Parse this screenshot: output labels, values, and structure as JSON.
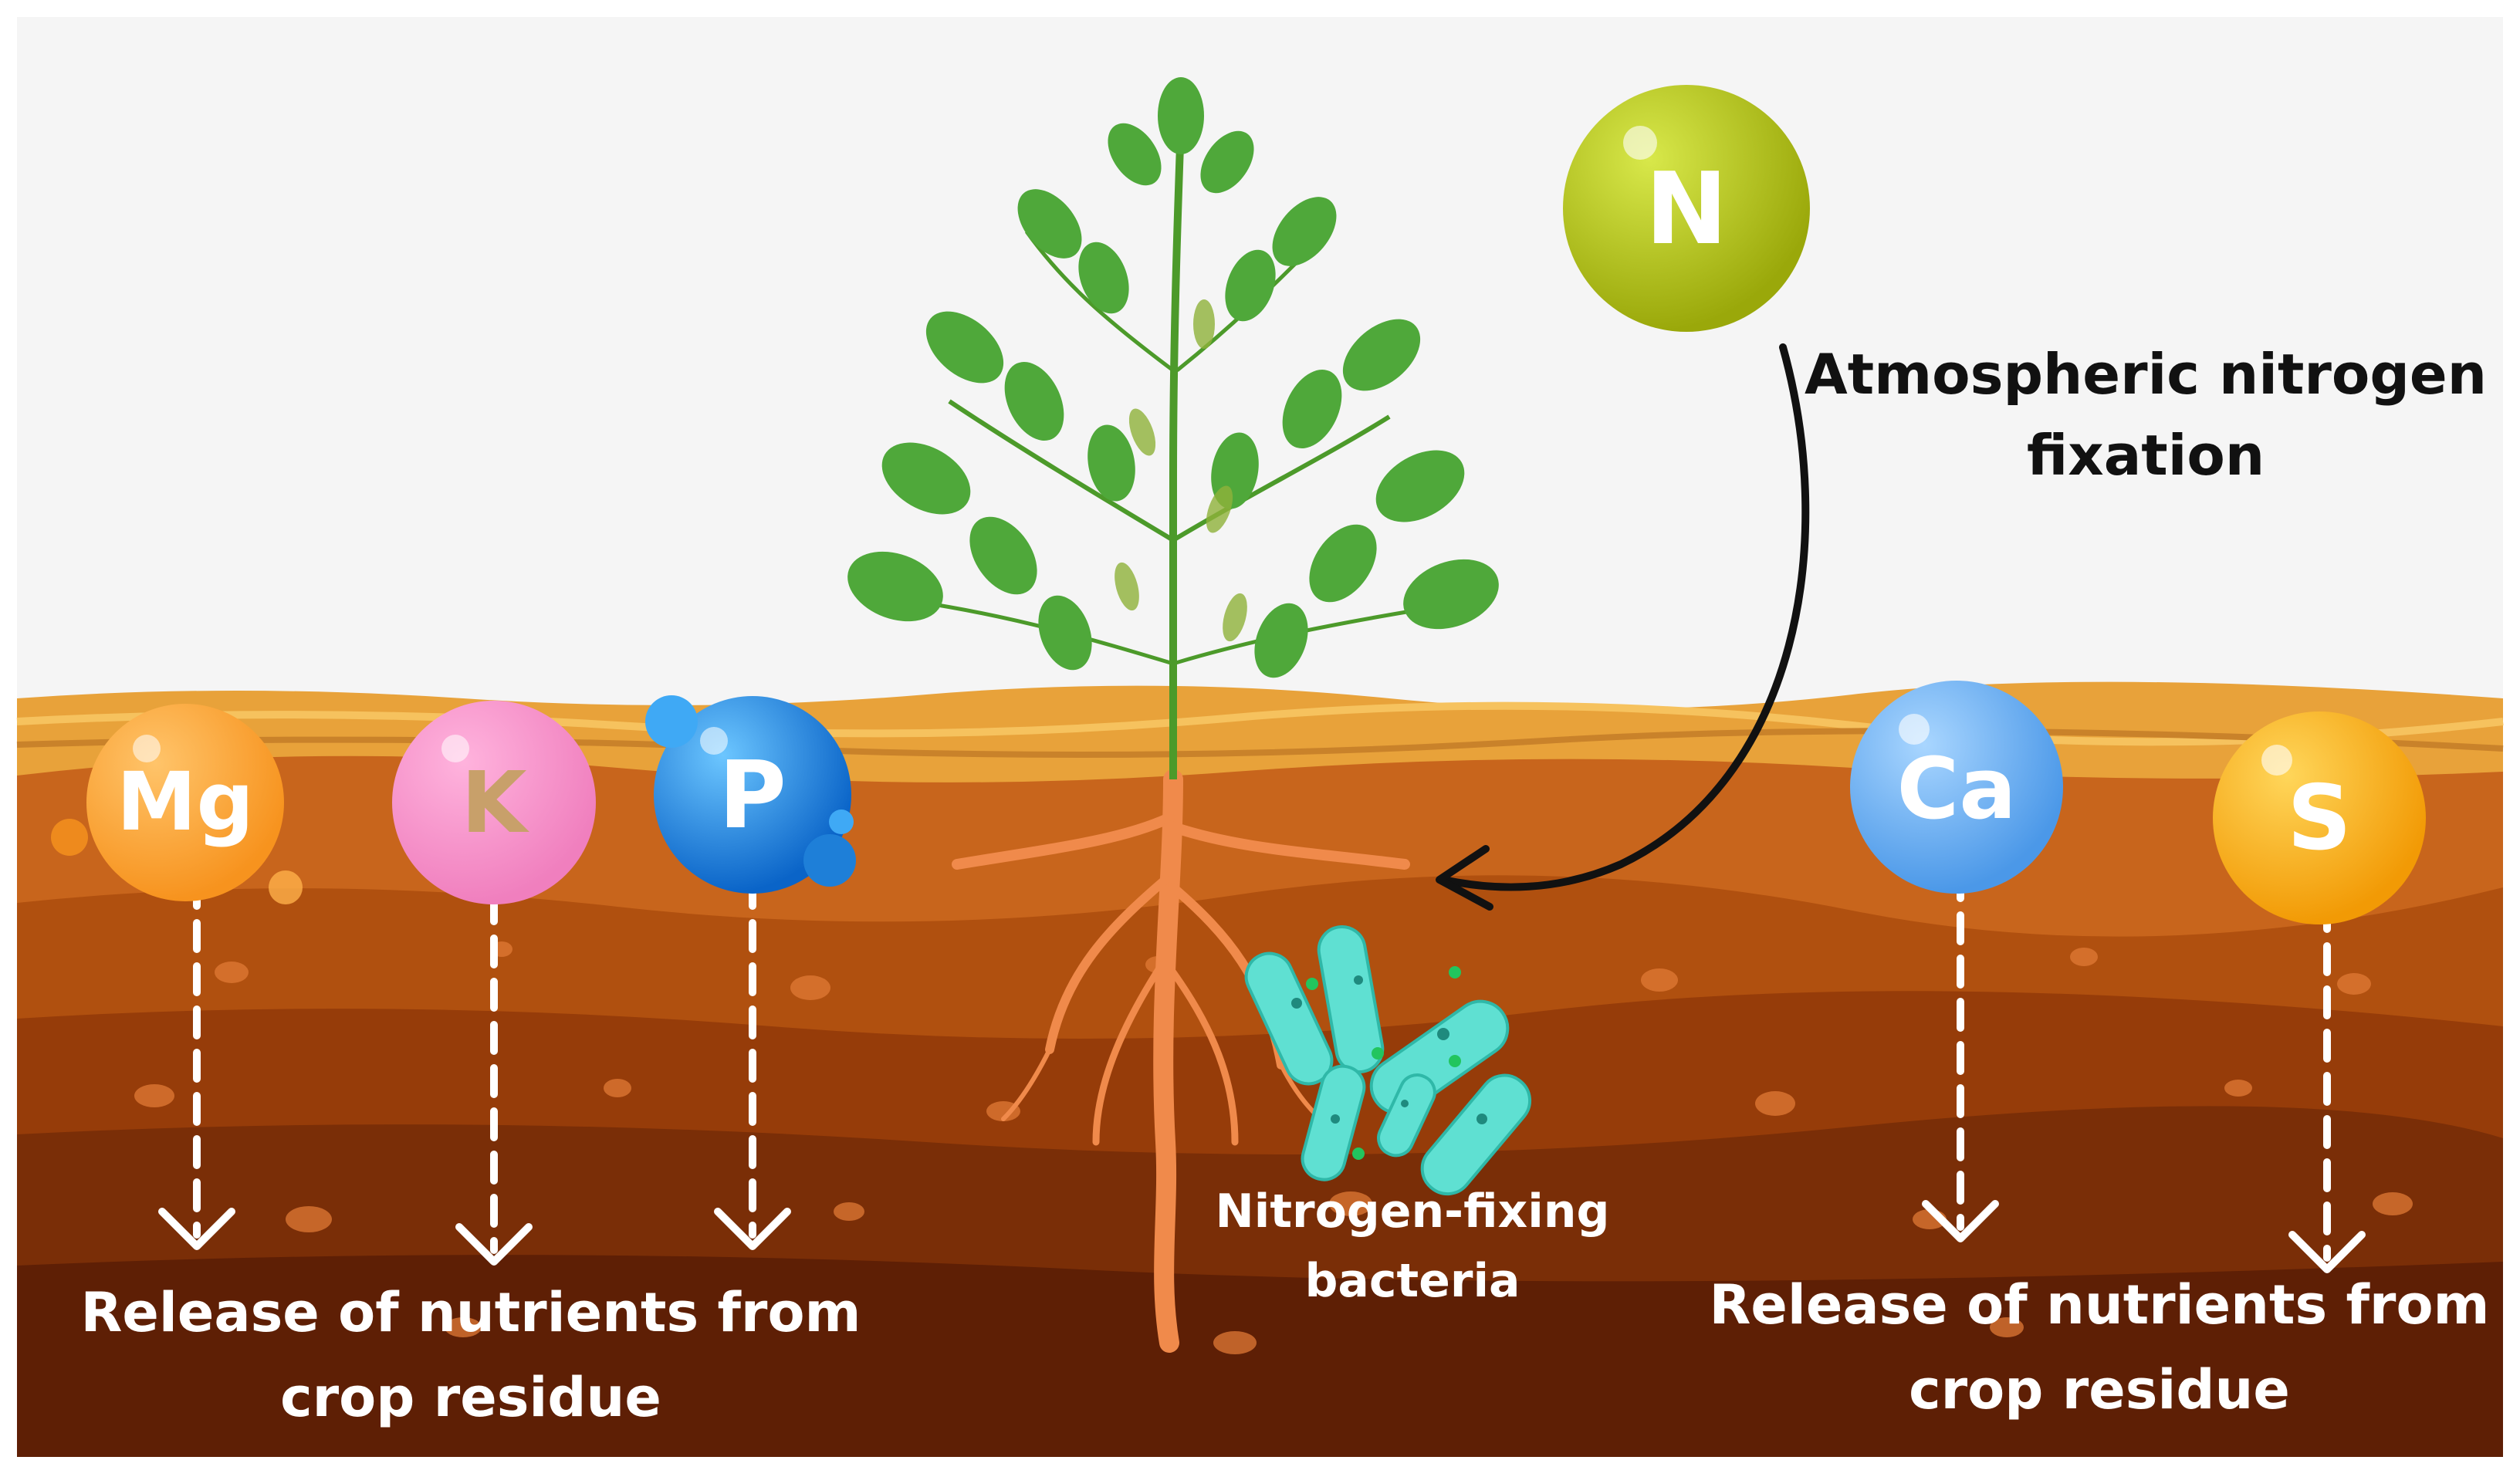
{
  "nutrients_left": [
    {
      "symbol": "Mg",
      "color": "#F7931E"
    },
    {
      "symbol": "K",
      "color": "#F07FBE"
    },
    {
      "symbol": "P",
      "color": "#1E8FE8"
    }
  ],
  "nutrients_right": [
    {
      "symbol": "Ca",
      "color": "#5BAAF0"
    },
    {
      "symbol": "S",
      "color": "#F9B10A"
    }
  ],
  "nitrogen": {
    "symbol": "N",
    "color": "#B5C40F"
  },
  "labels": {
    "atmospheric_line1": "Atmospheric nitrogen",
    "atmospheric_line2": "fixation",
    "bacteria_line1": "Nitrogen-fixing",
    "bacteria_line2": "bacteria",
    "release_left_line1": "Release of nutrients from",
    "release_left_line2": "crop residue",
    "release_right_line1": "Release of nutrients from",
    "release_right_line2": "crop residue"
  },
  "colors": {
    "sky": "#F5F5F5",
    "straw": "#E8A23A",
    "soil_top": "#C8651C",
    "soil_mid": "#A8460F",
    "soil_deep": "#8A340A",
    "soil_bottom": "#5E1F05",
    "leaf": "#4FA83A",
    "root": "#F08A4B",
    "bacteria": "#5FE0D2"
  },
  "icons": [
    "soybean-plant-icon",
    "bacteria-icon",
    "curved-arrow-icon",
    "dashed-down-arrow-icon"
  ]
}
